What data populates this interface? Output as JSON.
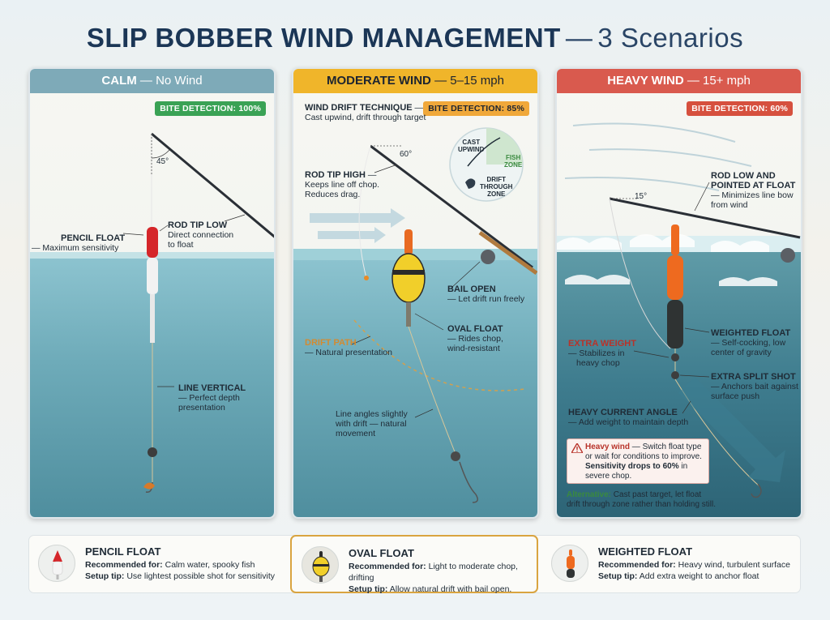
{
  "title": {
    "main": "SLIP BOBBER WIND MANAGEMENT",
    "dash": "—",
    "sub": "3 Scenarios"
  },
  "panels": [
    {
      "head_bold": "CALM",
      "head_rest": "— No Wind",
      "badge": "BITE DETECTION: 100%",
      "angle": "45°",
      "labels": {
        "pencil_h": "PENCIL FLOAT",
        "pencil_t": "— Maximum sensitivity",
        "rod_h": "ROD TIP LOW",
        "rod_t1": "Direct connection",
        "rod_t2": "to float",
        "line_h": "LINE VERTICAL",
        "line_t1": "— Perfect depth",
        "line_t2": "presentation"
      }
    },
    {
      "head_bold": "MODERATE WIND",
      "head_rest": "— 5–15 mph",
      "badge": "BITE DETECTION: 85%",
      "angle": "60°",
      "labels": {
        "tech_h": "WIND DRIFT TECHNIQUE",
        "tech_dash": " —",
        "tech_t": "Cast upwind, drift through target",
        "rod_h": "ROD TIP HIGH",
        "rod_dash": " —",
        "rod_t1": "Keeps line off chop.",
        "rod_t2": "Reduces drag.",
        "bail_h": "BAIL OPEN",
        "bail_t": "— Let drift run freely",
        "oval_h": "OVAL FLOAT",
        "oval_t1": "— Rides chop,",
        "oval_t2": "wind-resistant",
        "drift_h": "DRIFT PATH",
        "drift_t": "— Natural presentation",
        "angles_t1": "Line angles slightly",
        "angles_t2": "with drift — natural",
        "angles_t3": "movement"
      },
      "inset": {
        "cast1": "CAST",
        "cast2": "UPWIND",
        "fish1": "FISH",
        "fish2": "ZONE",
        "drift1": "DRIFT",
        "drift2": "THROUGH",
        "drift3": "ZONE"
      }
    },
    {
      "head_bold": "HEAVY WIND",
      "head_rest": "— 15+ mph",
      "badge": "BITE DETECTION: 60%",
      "angle": "15°",
      "labels": {
        "rod_h1": "ROD LOW AND",
        "rod_h2": "POINTED AT FLOAT",
        "rod_t1": "— Minimizes line bow",
        "rod_t2": "from wind",
        "extra_h": "EXTRA WEIGHT",
        "extra_t1": "— Stabilizes in",
        "extra_t2": "heavy chop",
        "weighted_h": "WEIGHTED FLOAT",
        "weighted_t1": "— Self-cocking, low",
        "weighted_t2": "center of gravity",
        "split_h": "EXTRA SPLIT SHOT",
        "split_t1": "— Anchors bait against",
        "split_t2": "surface push",
        "current_h": "HEAVY CURRENT ANGLE",
        "current_t": "— Add weight to maintain depth"
      },
      "warning": {
        "bold": "Heavy wind",
        "t1": " — Switch float type",
        "t2": "or wait for conditions to improve.",
        "bold2": "Sensitivity drops to 60%",
        "t3": " in",
        "t4": "severe chop."
      },
      "alternative": {
        "label": "Alternative:",
        "t1": " Cast past target, let float",
        "t2": "drift through zone rather than holding still."
      }
    }
  ],
  "footer": [
    {
      "title": "PENCIL FLOAT",
      "rec_label": "Recommended for:",
      "rec": " Calm water, spooky fish",
      "tip_label": "Setup tip:",
      "tip": " Use lightest possible shot for sensitivity"
    },
    {
      "title": "OVAL FLOAT",
      "rec_label": "Recommended for:",
      "rec": " Light to moderate chop, drifting",
      "tip_label": "Setup tip:",
      "tip": " Allow natural drift with bail open."
    },
    {
      "title": "WEIGHTED FLOAT",
      "rec_label": "Recommended for:",
      "rec": " Heavy wind, turbulent surface",
      "tip_label": "Setup tip:",
      "tip": " Add extra weight to anchor float"
    }
  ],
  "colors": {
    "calm": "#7eaab8",
    "moderate": "#f0b52a",
    "heavy": "#d95a4e",
    "navy": "#1b3656"
  }
}
